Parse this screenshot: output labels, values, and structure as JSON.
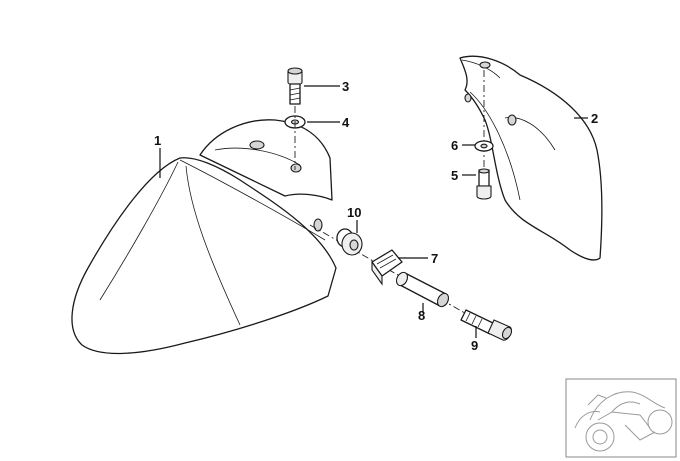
{
  "callouts": [
    {
      "id": "1",
      "label": "1"
    },
    {
      "id": "2",
      "label": "2"
    },
    {
      "id": "3",
      "label": "3"
    },
    {
      "id": "4",
      "label": "4"
    },
    {
      "id": "5",
      "label": "5"
    },
    {
      "id": "6",
      "label": "6"
    },
    {
      "id": "7",
      "label": "7"
    },
    {
      "id": "8",
      "label": "8"
    },
    {
      "id": "9",
      "label": "9"
    },
    {
      "id": "10",
      "label": "10"
    }
  ],
  "colors": {
    "line": "#1a1a1a",
    "background": "#ffffff",
    "thumbnail": "#9a9a9a"
  }
}
